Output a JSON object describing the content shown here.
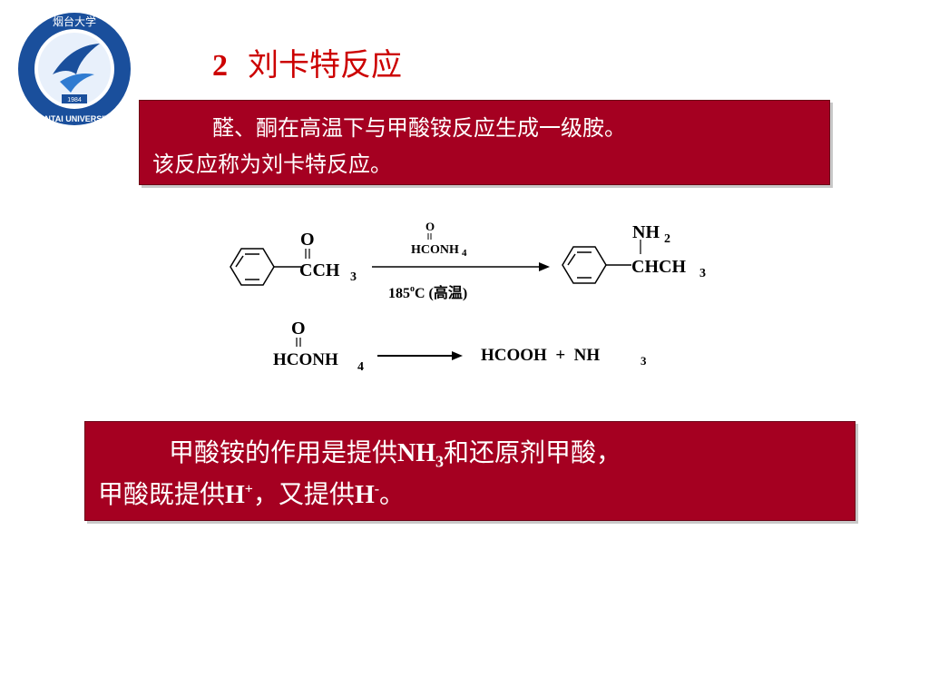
{
  "slide": {
    "logo": {
      "text_top": "烟台大学",
      "text_bottom": "YANTAI UNIVERSITY",
      "year": "1984"
    },
    "title_number": "2",
    "title_text": "刘卡特反应",
    "definition_box": {
      "line1": "醛、酮在高温下与甲酸铵反应生成一级胺。",
      "line2": "该反应称为刘卡特反应。"
    },
    "reaction1": {
      "reactant_o": "O",
      "reactant_group": "CCH",
      "reactant_sub": "3",
      "reagent_o": "O",
      "reagent": "HCONH",
      "reagent_sub": "4",
      "condition": "185",
      "condition_deg": "o",
      "condition_rest": "C (高温)",
      "product_nh": "NH",
      "product_nh_sub": "2",
      "product_group": "CHCH",
      "product_sub": "3"
    },
    "reaction2": {
      "reactant_o": "O",
      "reactant": "HCONH",
      "reactant_sub": "4",
      "products": "HCOOH  +  NH",
      "products_sub": "3"
    },
    "note_box": {
      "line1_a": "甲酸铵的作用是提供",
      "line1_b": "NH",
      "line1_sub": "3",
      "line1_c": "和还原剂甲酸，",
      "line2_a": "甲酸既提供",
      "line2_b": "H",
      "line2_sup1": "+",
      "line2_c": "，又提供",
      "line2_d": "H",
      "line2_sup2": "-",
      "line2_e": "。"
    },
    "colors": {
      "title": "#cc0000",
      "box_bg": "#a50021",
      "box_text": "#ffffff",
      "logo_blue": "#1a4f9c"
    }
  }
}
